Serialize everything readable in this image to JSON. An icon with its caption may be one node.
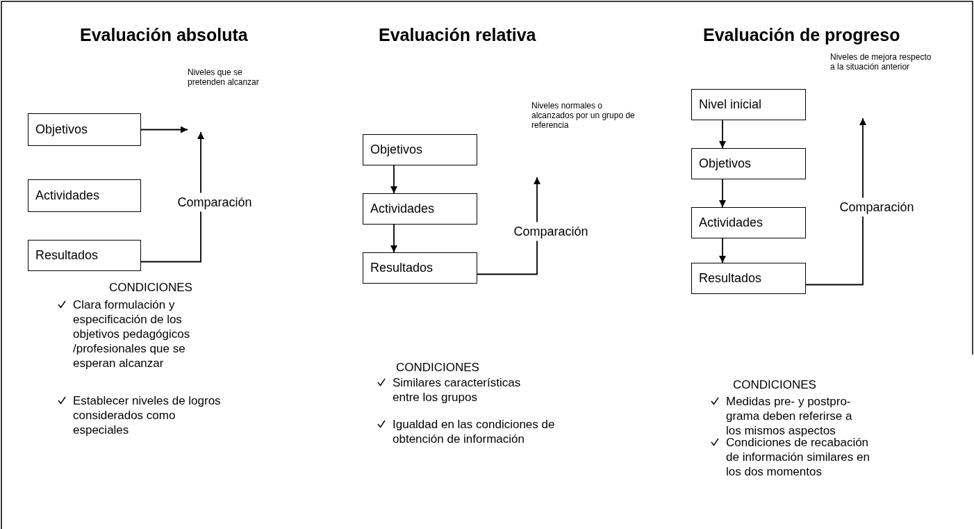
{
  "diagram": {
    "nodes": [
      {
        "text": [
          "Objetivos"
        ]
      },
      {
        "text": [
          "Actividades"
        ]
      },
      {
        "text": [
          "Resultados"
        ]
      },
      {
        "text": [
          "Niveles que se pretenden alcanzar"
        ]
      },
      {
        "text": [
          "Objetivos"
        ]
      },
      {
        "text": [
          "Actividades"
        ]
      },
      {
        "text": [
          "Resultados"
        ]
      },
      {
        "text": [
          "Niveles normales o alcanzados por un grupo de referencia"
        ]
      },
      {
        "text": [
          "Nivel inicial"
        ]
      },
      {
        "text": [
          "Objetivos"
        ]
      },
      {
        "text": [
          "Actividades"
        ]
      },
      {
        "text": [
          "Resultados"
        ]
      },
      {
        "text": [
          "Niveles de mejora respecto a la situación anterior"
        ]
      }
    ],
    "edges": [
      {
        "from": 0,
        "to": 3,
        "arrow": "to"
      },
      {
        "from": 2,
        "to": 3,
        "arrow": "to",
        "label": "Comparación"
      },
      {
        "from": 4,
        "to": 5,
        "arrow": "to"
      },
      {
        "from": 5,
        "to": 6,
        "arrow": "to"
      },
      {
        "from": 6,
        "to": 7,
        "arrow": "to",
        "label": "Comparación"
      },
      {
        "from": 8,
        "to": 9,
        "arrow": "to"
      },
      {
        "from": 9,
        "to": 10,
        "arrow": "to"
      },
      {
        "from": 10,
        "to": 11,
        "arrow": "to"
      },
      {
        "from": 11,
        "to": 12,
        "arrow": "to",
        "label": "Comparación"
      }
    ],
    "labels": [
      "Evaluación absoluta",
      "CONDICIONES",
      "Clara formulación y especificación de los objetivos pedagógicos /profesionales que se esperan alcanzar",
      "Establecer niveles de logros considerados como especiales",
      "Evaluación relativa",
      "CONDICIONES",
      "Similares características entre los grupos",
      "Igualdad en las condiciones de obtención de información",
      "Evaluación de progreso",
      "CONDICIONES",
      "Medidas pre- y postpro-grama deben referirse a los mismos aspectos",
      "Condiciones de recabación de información similares en los dos momentos"
    ]
  }
}
